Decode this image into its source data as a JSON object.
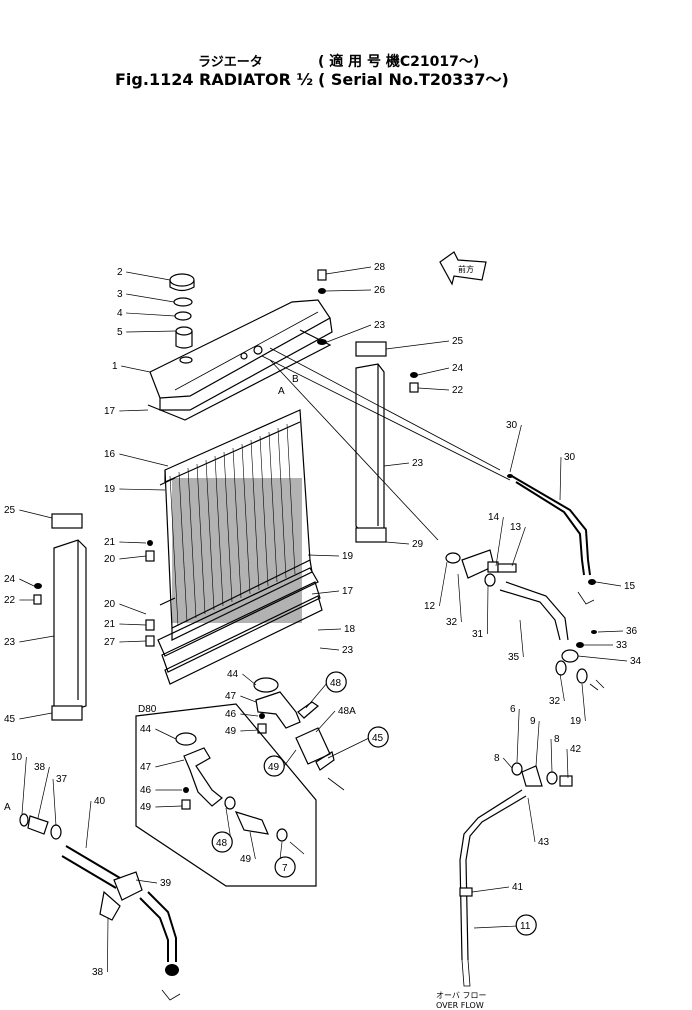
{
  "header": {
    "title_jp": "ラジエータ",
    "title_en": "Fig.1124 RADIATOR ½",
    "serial_jp": "( 適 用 号 機C21017～)",
    "serial_en": "( Serial No.T20337～)"
  },
  "direction_mark": "前方",
  "detail_box_label": "D80",
  "ref_letters": [
    "A",
    "B",
    "A"
  ],
  "overflow": {
    "jp": "オーバ フロー",
    "en": "OVER FLOW"
  },
  "callouts": [
    "2",
    "3",
    "4",
    "5",
    "1",
    "17",
    "16",
    "19",
    "21",
    "20",
    "19",
    "20",
    "21",
    "27",
    "28",
    "26",
    "23",
    "25",
    "24",
    "22",
    "23",
    "29",
    "30",
    "30",
    "15",
    "14",
    "13",
    "12",
    "32",
    "31",
    "35",
    "36",
    "33",
    "34",
    "32",
    "19",
    "17",
    "18",
    "23",
    "25",
    "24",
    "22",
    "23",
    "45",
    "44",
    "47",
    "46",
    "49",
    "48",
    "48A",
    "49",
    "45",
    "44",
    "47",
    "46",
    "49",
    "48",
    "49",
    "7",
    "6",
    "9",
    "8",
    "8",
    "42",
    "43",
    "41",
    "11",
    "10",
    "38",
    "37",
    "40",
    "39",
    "38"
  ]
}
